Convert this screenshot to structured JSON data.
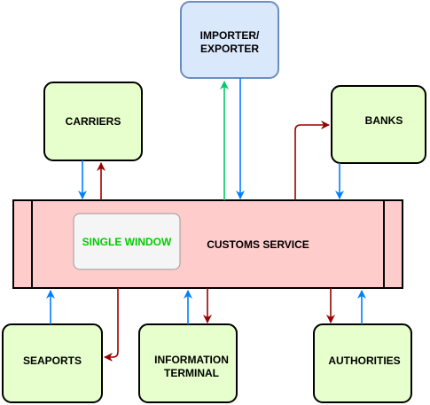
{
  "nodes": {
    "importer": {
      "line1": "IMPORTER/",
      "line2": "EXPORTER"
    },
    "carriers": {
      "label": "CARRIERS"
    },
    "banks": {
      "label": "BANKS"
    },
    "customs": {
      "label": "CUSTOMS SERVICE"
    },
    "single_window": {
      "label": "SINGLE WINDOW"
    },
    "seaports": {
      "label": "SEAPORTS"
    },
    "info_terminal": {
      "line1": "INFORMATION",
      "line2": "TERMINAL"
    },
    "authorities": {
      "label": "AUTHORITIES"
    }
  },
  "colors": {
    "green_box_fill": "#e6ffcc",
    "blue_box_fill": "#dae8fc",
    "blue_box_stroke": "#6c8ebf",
    "customs_fill": "#ffcccc",
    "single_window_fill": "#f5f5f5",
    "single_window_text": "#00cc00",
    "arrow_blue": "#007fff",
    "arrow_red": "#990000",
    "arrow_green": "#00cc66"
  }
}
